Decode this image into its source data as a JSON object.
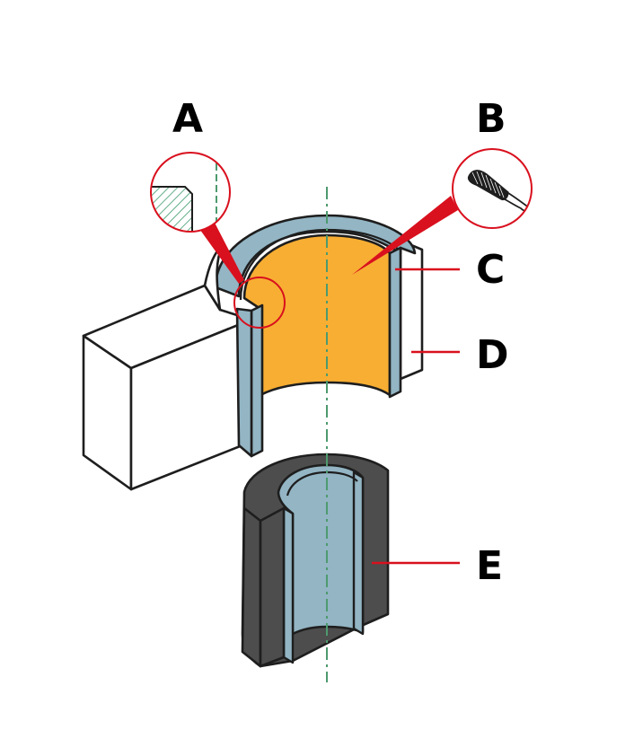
{
  "labels": {
    "a": "A",
    "b": "B",
    "c": "C",
    "d": "D",
    "e": "E"
  },
  "colors": {
    "outline": "#1e1e1e",
    "steel_blue": "#93b5c4",
    "orange_inner": "#f8ae33",
    "dark_sleeve": "#4d4d4d",
    "callout_red": "#d9101e",
    "axis_green": "#4d9a6e",
    "hatch_green": "#3c9a6b",
    "background": "#ffffff"
  },
  "icons": {
    "detail_a": "hatched-chamfer-section-icon",
    "detail_b": "bore-brush-icon"
  }
}
